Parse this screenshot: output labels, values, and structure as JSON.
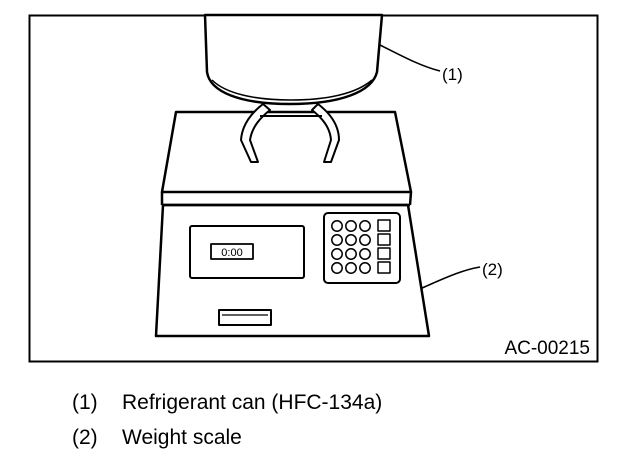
{
  "figure": {
    "code": "AC-00215",
    "display_reading": "0:00",
    "callouts": [
      "(1)",
      "(2)"
    ]
  },
  "legend": [
    {
      "number": "(1)",
      "text": "Refrigerant can (HFC-134a)"
    },
    {
      "number": "(2)",
      "text": "Weight scale"
    }
  ]
}
